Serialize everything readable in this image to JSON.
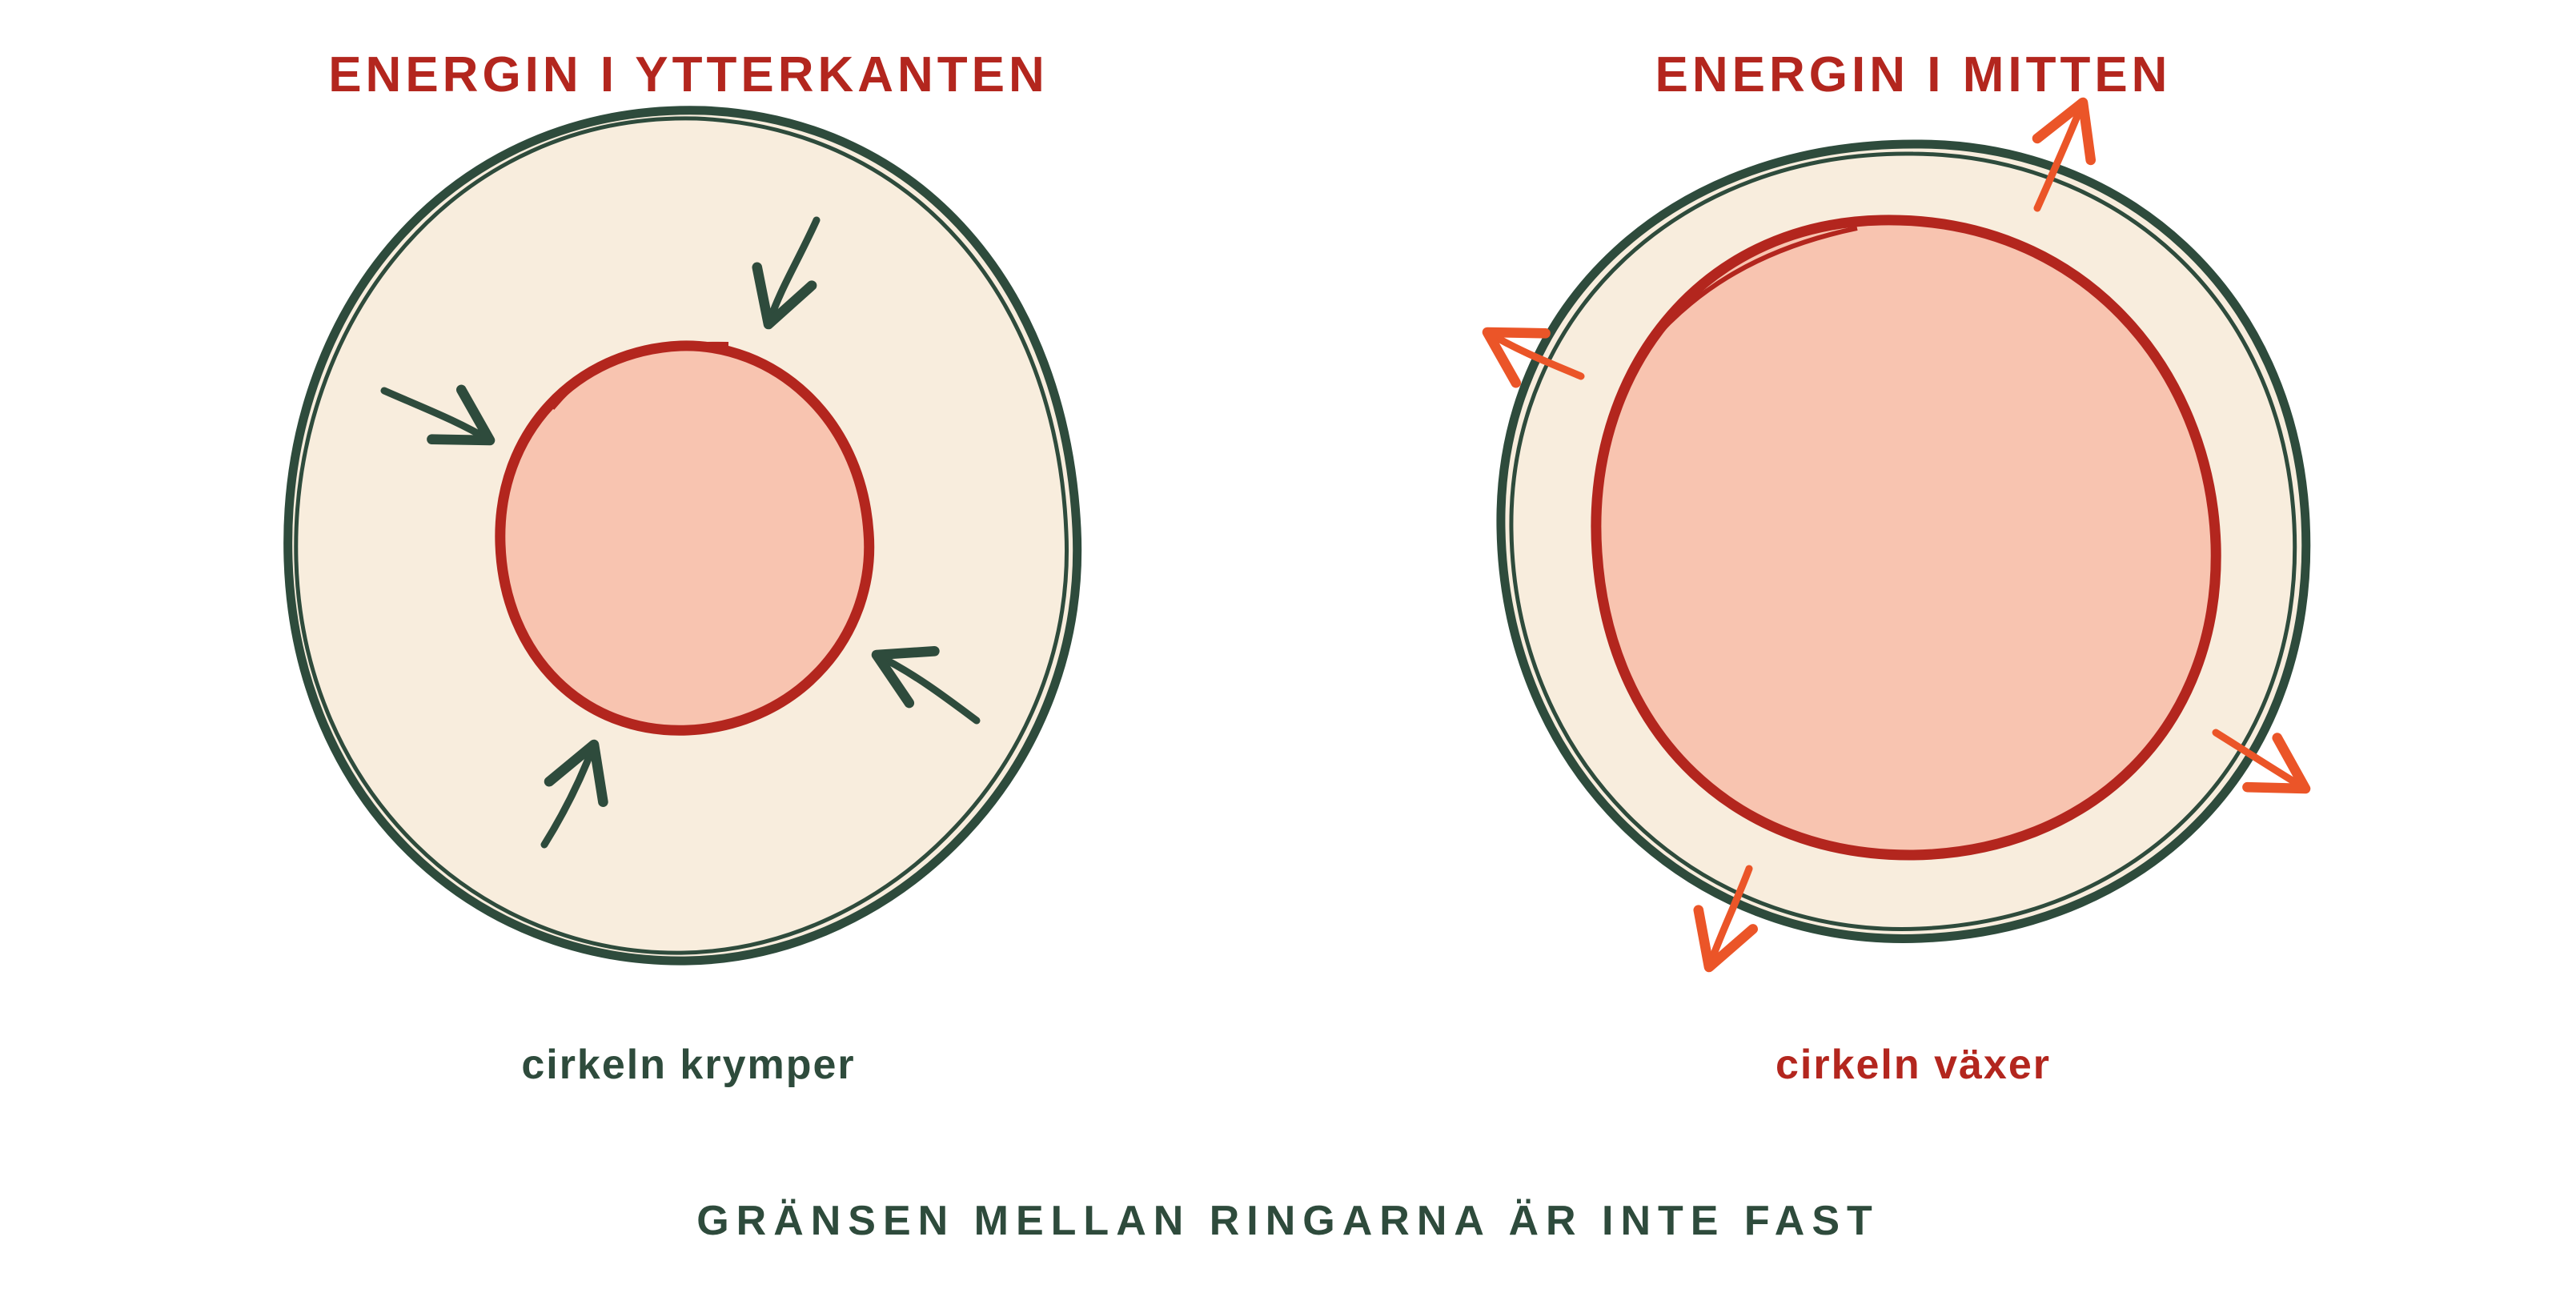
{
  "colors": {
    "outer_fill": "#F8EDDD",
    "outer_stroke": "#2E4B3C",
    "inner_fill": "#F8C4B0",
    "inner_stroke": "#B3261E",
    "arrow_in": "#2E4B3C",
    "arrow_out": "#EB5528",
    "title_red": "#B3261E",
    "text_green": "#2E4B3C"
  },
  "left_panel": {
    "title": "ENERGIN I YTTERKANTEN",
    "caption": "cirkeln krymper"
  },
  "right_panel": {
    "title": "ENERGIN I MITTEN",
    "caption": "cirkeln växer"
  },
  "footer": "GRÄNSEN MELLAN RINGARNA ÄR INTE FAST",
  "icons": {
    "inward_arrows": "arrow-inward-icon",
    "outward_arrows": "arrow-outward-icon"
  }
}
